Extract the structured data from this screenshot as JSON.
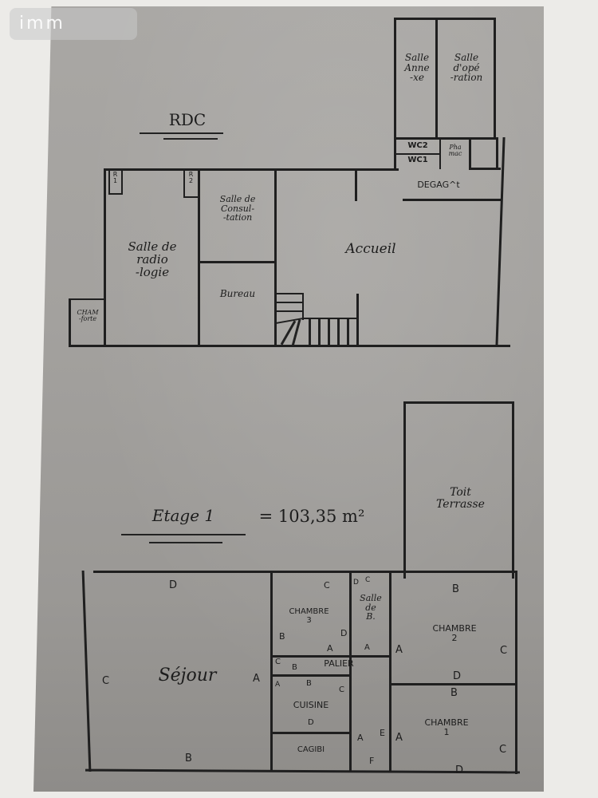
{
  "watermark": {
    "text": "imm"
  },
  "ground_floor": {
    "title": "RDC",
    "rooms": [
      {
        "id": "salle-annexe",
        "label": "Salle\nAnne\n-xe"
      },
      {
        "id": "salle-operation",
        "label": "Salle\nd'opé\n-ration"
      },
      {
        "id": "wc2",
        "label": "WC2"
      },
      {
        "id": "wc1",
        "label": "WC1"
      },
      {
        "id": "pharmacie",
        "label": "Pha\nmac"
      },
      {
        "id": "degagement",
        "label": "DEGAG^t"
      },
      {
        "id": "r1",
        "label": "R\n1"
      },
      {
        "id": "r2",
        "label": "R\n2"
      },
      {
        "id": "salle-radiologie",
        "label": "Salle de\nradio\n-logie"
      },
      {
        "id": "salle-consultation",
        "label": "Salle de\nConsul-\n-tation"
      },
      {
        "id": "bureau",
        "label": "Bureau"
      },
      {
        "id": "accueil",
        "label": "Accueil"
      },
      {
        "id": "chambre-forte",
        "label": "CHAM\n-forte"
      }
    ]
  },
  "first_floor": {
    "title": "Etage 1",
    "area": "= 103,35 m²",
    "rooms": [
      {
        "id": "toit-terrasse",
        "label": "Toit\nTerrasse"
      },
      {
        "id": "sejour",
        "label": "Séjour",
        "marks": [
          "D",
          "C",
          "A",
          "B"
        ]
      },
      {
        "id": "chambre-3",
        "label": "CHAMBRE\n3",
        "marks": [
          "C",
          "B",
          "D",
          "A"
        ]
      },
      {
        "id": "salle-de-bain",
        "label": "Salle\nde\nB.",
        "marks": [
          "D",
          "C",
          "A"
        ]
      },
      {
        "id": "palier",
        "label": "PALIER",
        "marks": [
          "C",
          "B"
        ]
      },
      {
        "id": "cuisine",
        "label": "CUISINE",
        "marks": [
          "A",
          "B",
          "C",
          "D"
        ]
      },
      {
        "id": "cagibi",
        "label": "CAGIBI"
      },
      {
        "id": "couloir",
        "label": "",
        "marks": [
          "A",
          "E",
          "F"
        ]
      },
      {
        "id": "chambre-2",
        "label": "CHAMBRE\n2",
        "marks": [
          "B",
          "A",
          "C",
          "D"
        ]
      },
      {
        "id": "chambre-1",
        "label": "CHAMBRE\n1",
        "marks": [
          "B",
          "A",
          "C",
          "D"
        ]
      }
    ]
  }
}
